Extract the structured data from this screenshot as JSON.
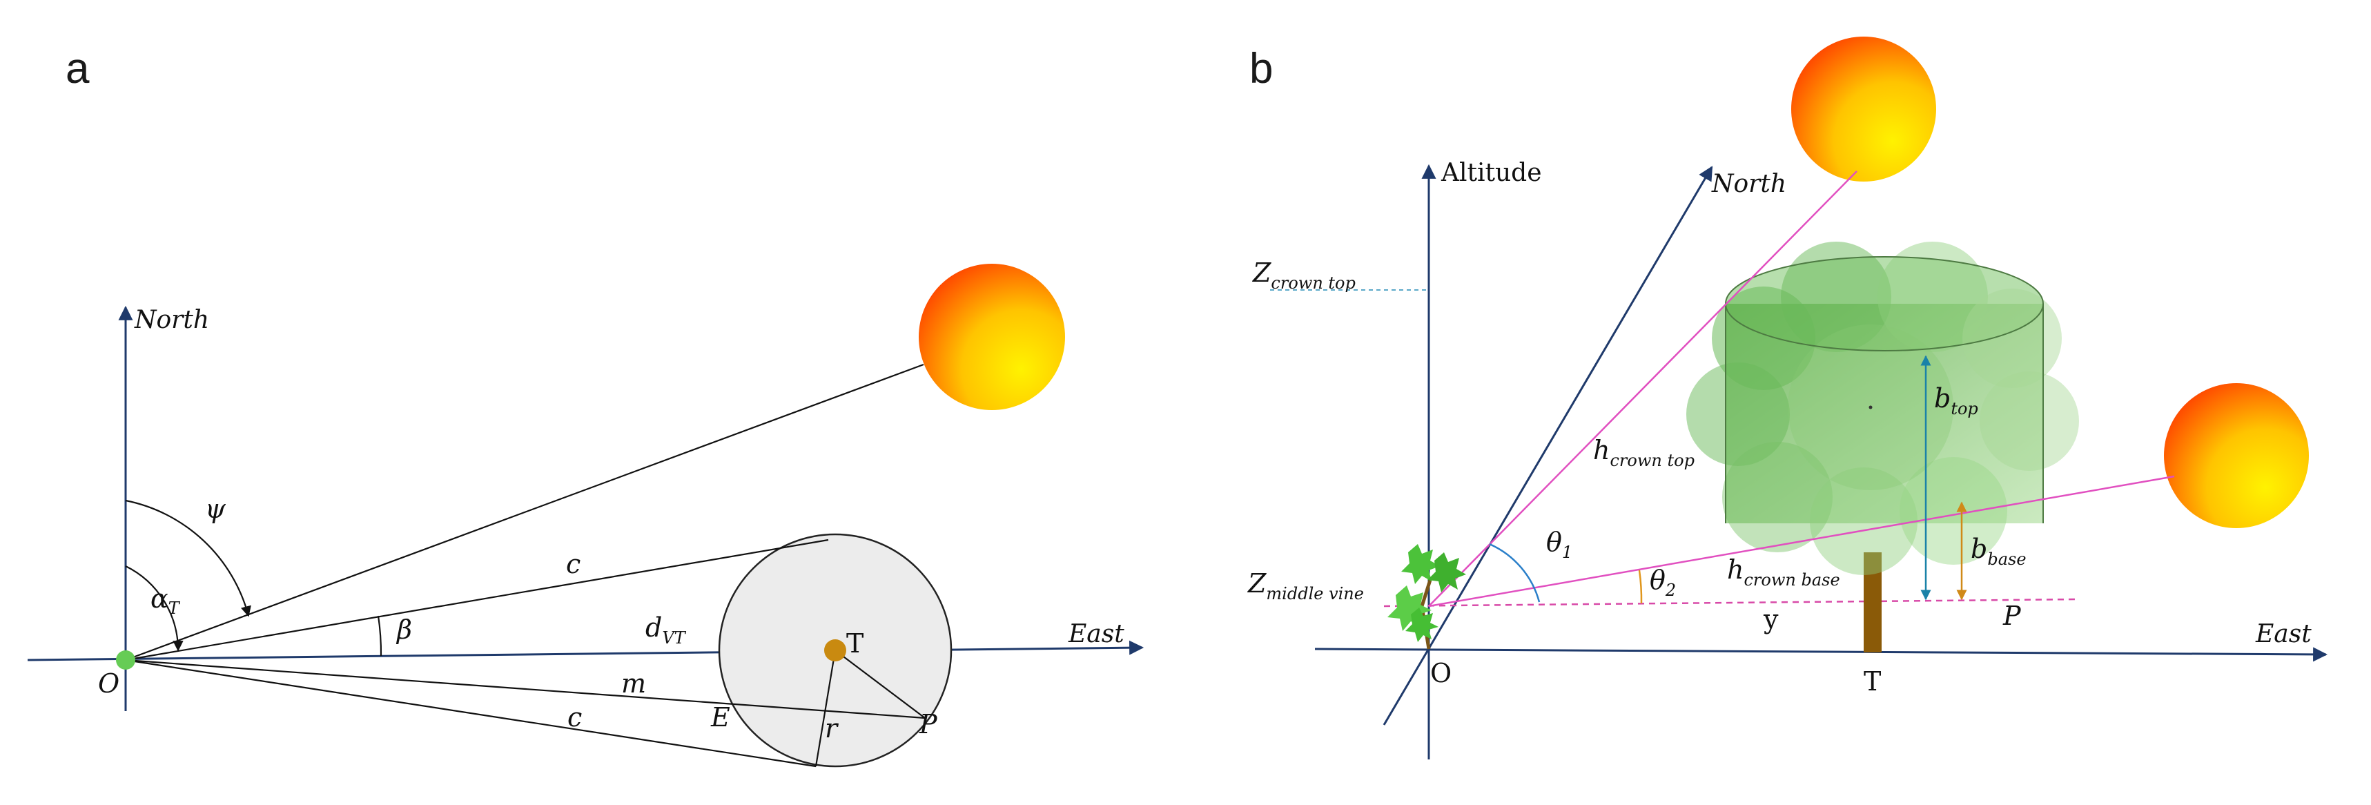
{
  "panels": {
    "a": {
      "letter": "a",
      "labels": {
        "north": "North",
        "east": "East",
        "origin": "O",
        "psi": "ψ",
        "alpha": "α",
        "alpha_sub": "T",
        "beta": "β",
        "c_upper": "c",
        "c_lower": "c",
        "d": "d",
        "d_sub": "VT",
        "m": "m",
        "t": "T",
        "e": "E",
        "r": "r",
        "p": "P"
      }
    },
    "b": {
      "letter": "b",
      "labels": {
        "altitude": "Altitude",
        "north": "North",
        "east": "East",
        "origin": "O",
        "t": "T",
        "y": "y",
        "p": "P",
        "z": "Z",
        "z_crown_top_sub": "crown top",
        "z_middle_vine_sub": "middle vine",
        "h": "h",
        "h_crown_top_sub": "crown top",
        "h_crown_base_sub": "crown base",
        "b": "b",
        "b_top_sub": "top",
        "b_base_sub": "base",
        "theta": "θ",
        "theta1_sub": "1",
        "theta2_sub": "2"
      }
    }
  },
  "colors": {
    "axis": "#1f3a6b",
    "sun_core": "#ffe800",
    "sun_edge": "#ff2a00",
    "sun_ray": "#e14fc0",
    "angle_arc_blue": "#2a7fc9",
    "angle_arc_orange": "#e0961c",
    "b_top_arrow": "#1a82a8",
    "b_base_arrow": "#d08a18",
    "crown_fill": "#8fcf7c",
    "trunk": "#8a5a08",
    "tree_point": "#c98a10",
    "origin_point": "#66cc55",
    "circle_fill": "#ececec",
    "vine_green": "#4cc23a"
  }
}
